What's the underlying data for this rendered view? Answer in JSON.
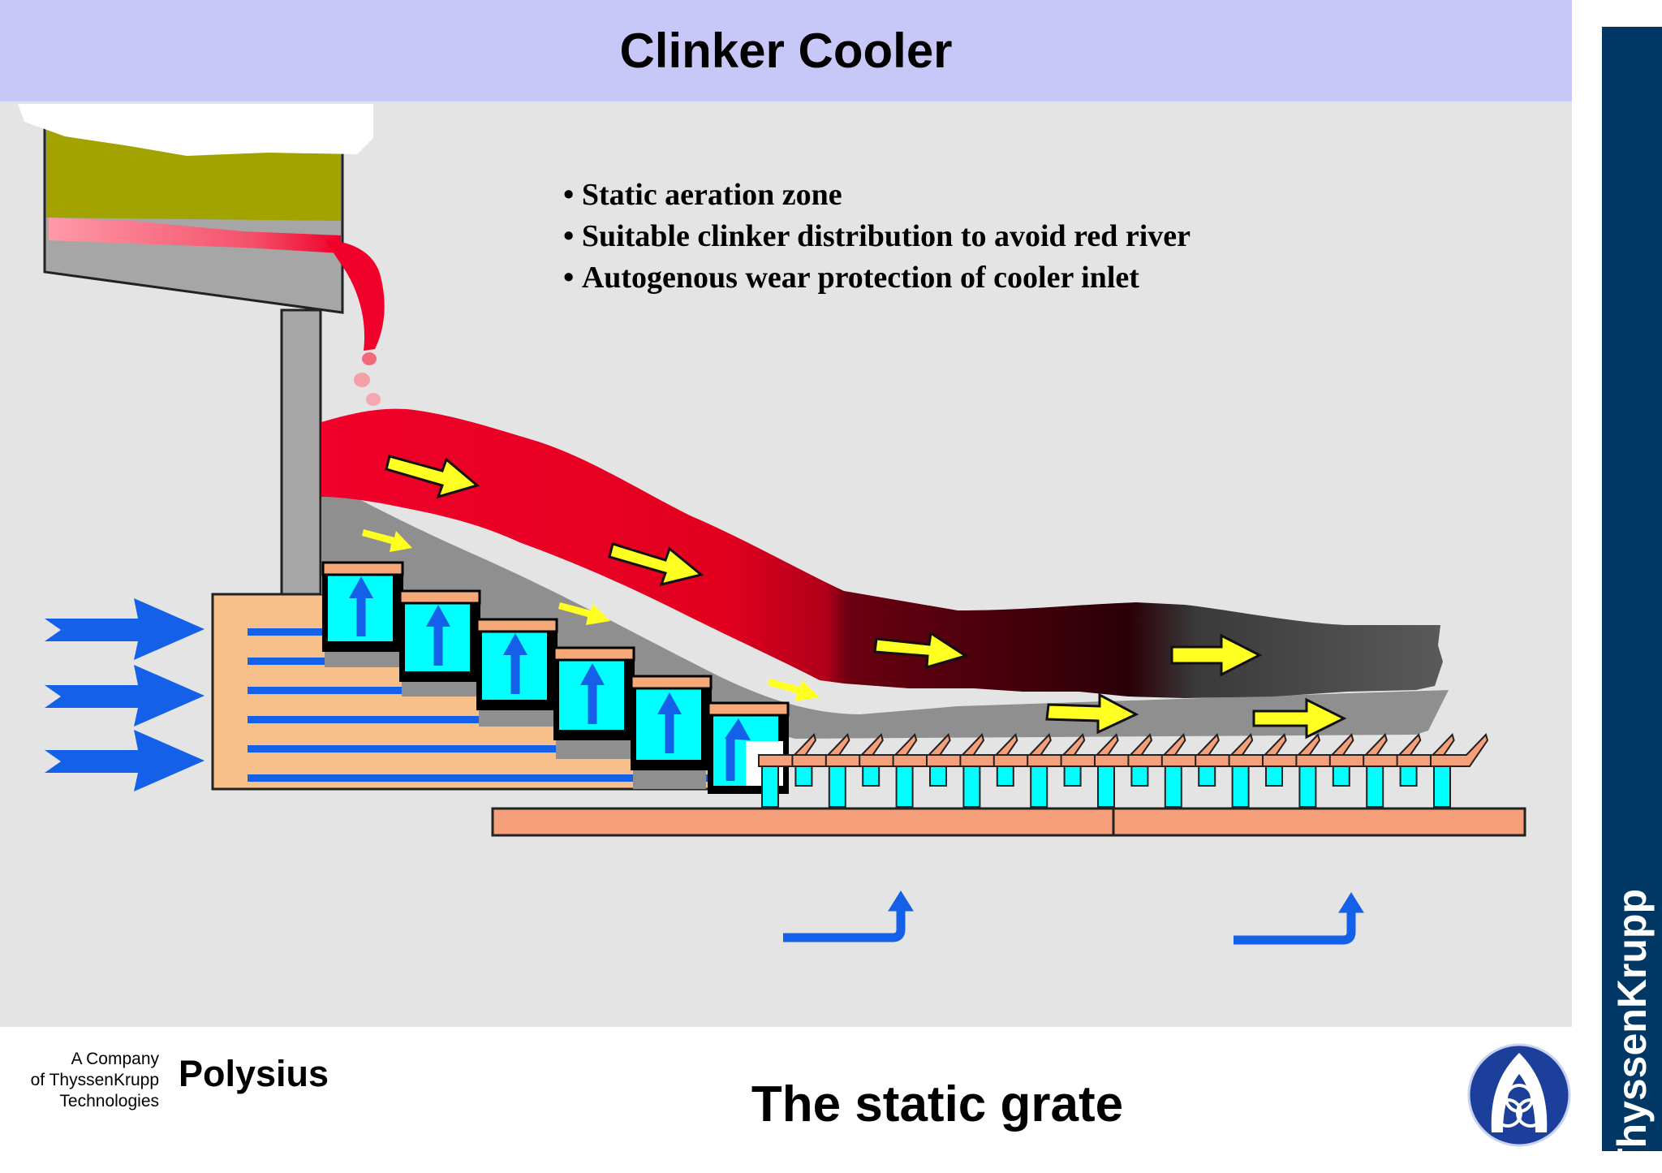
{
  "header": {
    "title": "Clinker Cooler"
  },
  "bullets": [
    "Static aeration zone",
    "Suitable clinker distribution to avoid red river",
    "Autogenous wear protection of cooler inlet"
  ],
  "footer": {
    "company_lines": [
      "A Company",
      "of ThyssenKrupp",
      "Technologies"
    ],
    "brand": "Polysius",
    "subtitle": "The static grate"
  },
  "side_brand": "ThyssenKrupp",
  "colors": {
    "title_band": "#c8c8f8",
    "panel": "#e4e4e4",
    "side_bar": "#003764",
    "hot_clinker": "#f0002a",
    "cool_clinker": "#555555",
    "air_arrow": "#1560e8",
    "flow_arrow": "#ffff22",
    "grate_block": "#00ffff",
    "plenum": "#f7c08a",
    "grate_plate": "#f5a07a",
    "kiln_refractory": "#a3a300"
  },
  "icons": [
    "air-inlet-arrow-icon",
    "clinker-flow-arrow-icon",
    "air-up-arrow-icon",
    "thyssenkrupp-logo-icon"
  ]
}
